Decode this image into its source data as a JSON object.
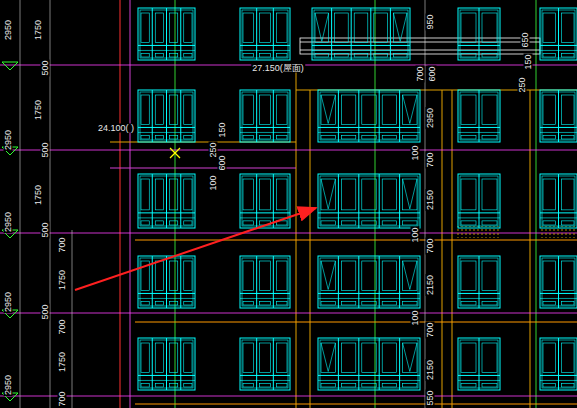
{
  "diagram": {
    "labels": [
      "2950",
      "1750",
      "500",
      "2950",
      "1750",
      "500",
      "2950",
      "1750",
      "500",
      "700",
      "2950",
      "1750",
      "500",
      "700",
      "2950",
      "1750",
      "700",
      "27.150(屋面)",
      "24.100( )",
      "150",
      "250",
      "600",
      "100",
      "950",
      "700",
      "600",
      "2950",
      "100",
      "700",
      "2150",
      "100",
      "700",
      "2150",
      "100",
      "700",
      "2150",
      "550",
      "650",
      "150",
      "250"
    ]
  }
}
